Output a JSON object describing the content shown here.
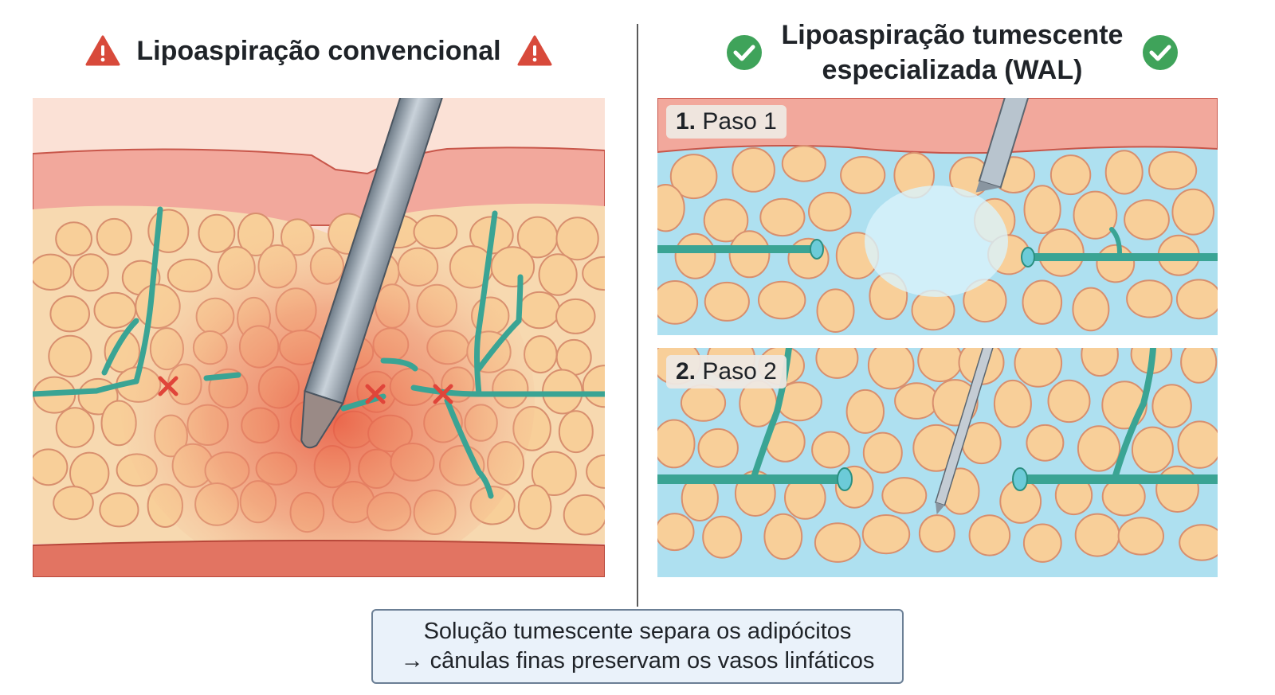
{
  "left_panel": {
    "title": "Lipoaspiração convencional",
    "icon": "warning-icon",
    "icon_color": "#d84a3b"
  },
  "right_panel": {
    "title_line1": "Lipoaspiração tumescente",
    "title_line2": "especializada (WAL)",
    "icon": "check-circle-icon",
    "icon_color": "#3fa35a",
    "step1": {
      "number": "1.",
      "label": "Paso 1"
    },
    "step2": {
      "number": "2.",
      "label": "Paso 2"
    }
  },
  "caption": {
    "line1": "Solução tumescente separa os adipócitos",
    "line2": "→ cânulas finas preservam os vasos linfáticos"
  },
  "colors": {
    "skin": "#f2a89c",
    "fat_cell": "#f8cf99",
    "fat_outline": "#d88f6e",
    "lymph_vessel": "#3aa494",
    "tumescent_fluid": "#aee0f0",
    "damage_red": "#e0453a"
  }
}
